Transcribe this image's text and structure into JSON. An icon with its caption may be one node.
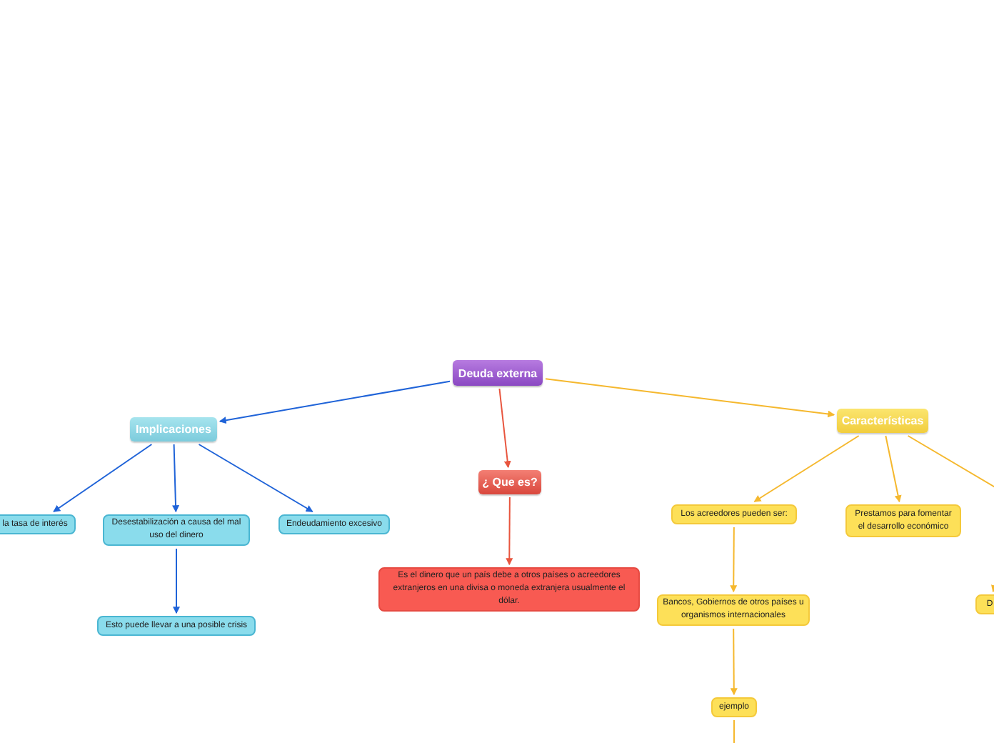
{
  "diagram": {
    "nodes": [
      {
        "text": [
          "Deuda externa"
        ]
      },
      {
        "text": [
          "Implicaciones"
        ]
      },
      {
        "text": [
          "¿ Que es?"
        ]
      },
      {
        "text": [
          "Características"
        ]
      },
      {
        "text": [
          "la tasa de interés"
        ]
      },
      {
        "text": [
          "Desestabilización a causa del mal uso del dinero"
        ]
      },
      {
        "text": [
          "Endeudamiento excesivo"
        ]
      },
      {
        "text": [
          "Esto puede llevar a una posible crisis"
        ]
      },
      {
        "text": [
          "Es el dinero que un país debe a otros países o acreedores extranjeros en una divisa o moneda extranjera usualmente el dólar."
        ]
      },
      {
        "text": [
          "Los acreedores pueden ser:"
        ]
      },
      {
        "text": [
          "Prestamos para fomentar el desarrollo económico"
        ]
      },
      {
        "text": [
          "Bancos, Gobiernos de otros países u organismos internacionales"
        ]
      },
      {
        "text": [
          "ejemplo"
        ]
      },
      {
        "text": [
          "D"
        ]
      }
    ],
    "edges": [
      {
        "from": 0,
        "to": 1,
        "arrow": "to",
        "color": "#1f63d8"
      },
      {
        "from": 0,
        "to": 2,
        "arrow": "to",
        "color": "#e8553e"
      },
      {
        "from": 0,
        "to": 3,
        "arrow": "to"
      },
      {
        "from": 1,
        "to": 4,
        "arrow": "to",
        "color": "#1f63d8"
      },
      {
        "from": 1,
        "to": 5,
        "arrow": "to",
        "color": "#1f63d8"
      },
      {
        "from": 1,
        "to": 6,
        "arrow": "to",
        "color": "#1f63d8"
      },
      {
        "from": 5,
        "to": 7,
        "arrow": "to",
        "color": "#1f63d8"
      },
      {
        "from": 2,
        "to": 8,
        "arrow": "to",
        "color": "#e8553e"
      },
      {
        "from": 3,
        "to": 9,
        "arrow": "to"
      },
      {
        "from": 3,
        "to": 10,
        "arrow": "to"
      },
      {
        "from": 3,
        "to": 13,
        "arrow": "to"
      },
      {
        "from": 9,
        "to": 11,
        "arrow": "to"
      },
      {
        "from": 11,
        "to": 12,
        "arrow": "to"
      },
      {
        "from": 12,
        "to": null,
        "arrow": "none"
      }
    ]
  }
}
